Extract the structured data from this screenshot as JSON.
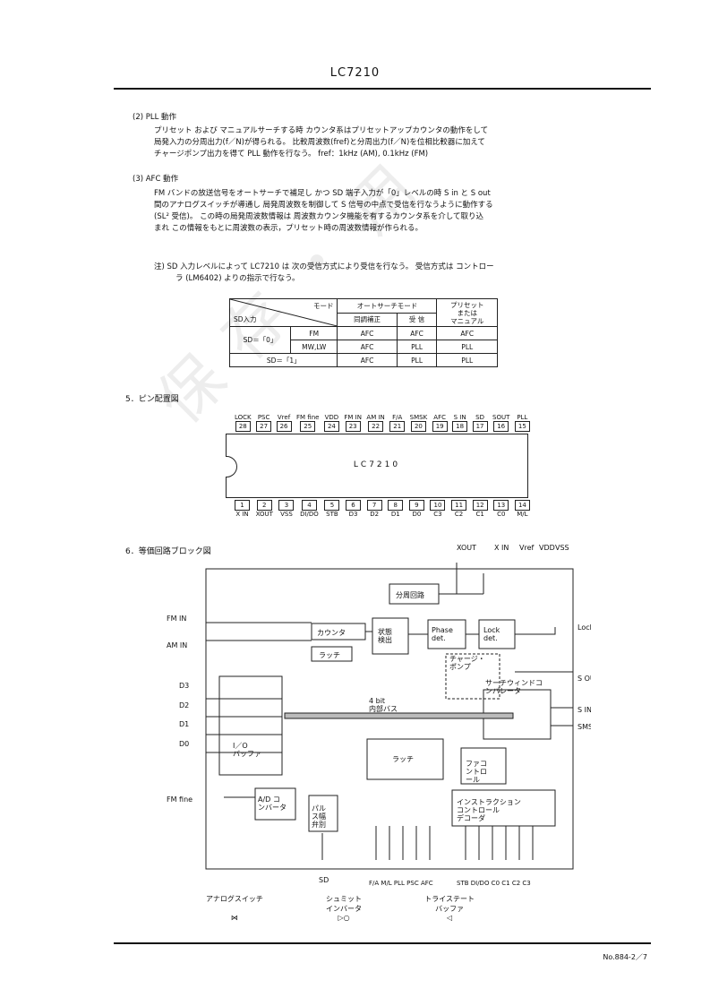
{
  "header": {
    "title": "LC7210"
  },
  "pll_section": {
    "heading": "(2) PLL 動作",
    "lines": [
      "プリセット および マニュアルサーチする時 カウンタ系はプリセットアップカウンタの動作をして",
      "局発入力の分周出力(f／N)が得られる。 比較周波数(fref)と分周出力(f／N)を位相比較器に加えて",
      "チャージポンプ出力を得て PLL 動作を行なう。  fref：1kHz (AM), 0.1kHz (FM)"
    ]
  },
  "afc_section": {
    "heading": "(3) AFC 動作",
    "lines": [
      "FM バンドの放送信号をオートサーチで補足し かつ SD 端子入力が「0」レベルの時 S in と S out",
      "間のアナログスイッチが導通し 局発周波数を制御して S 信号の中点で受信を行なうように動作する",
      "(SL² 受信)。 この時の局発周波数情報は 周波数カウンタ機能を有するカウンタ系を介して取り込",
      "まれ この情報をもとに周波数の表示，プリセット時の周波数情報が作られる。"
    ],
    "note_lines": [
      "注) SD 入力レベルによって LC7210 は 次の受信方式により受信を行なう。 受信方式は コントロー",
      "ラ (LM6402) よりの指示で行なう。"
    ]
  },
  "mode_table": {
    "corner_top": "モード",
    "corner_bottom": "SD入力",
    "col_auto": "オートサーチモード",
    "col_sync": "同調補正",
    "col_recv": "受 信",
    "col_preset": "プリセット\nまたは\nマニュアル",
    "rows": [
      {
        "sd": "SD＝「0」",
        "band": "FM",
        "sync": "AFC",
        "recv": "AFC",
        "preset": "AFC"
      },
      {
        "sd": "",
        "band": "MW,LW",
        "sync": "AFC",
        "recv": "PLL",
        "preset": "PLL"
      },
      {
        "sd": "SD＝「1」",
        "band": "",
        "sync": "AFC",
        "recv": "PLL",
        "preset": "PLL"
      }
    ]
  },
  "pin_section": {
    "heading": "5．ピン配置図",
    "chip_label": "LC7210",
    "top_pins": [
      {
        "n": "28",
        "l": "LOCK"
      },
      {
        "n": "27",
        "l": "PSC"
      },
      {
        "n": "26",
        "l": "Vref"
      },
      {
        "n": "25",
        "l": "FM fine"
      },
      {
        "n": "24",
        "l": "VDD"
      },
      {
        "n": "23",
        "l": "FM IN"
      },
      {
        "n": "22",
        "l": "AM IN"
      },
      {
        "n": "21",
        "l": "F/A"
      },
      {
        "n": "20",
        "l": "SMSK"
      },
      {
        "n": "19",
        "l": "AFC"
      },
      {
        "n": "18",
        "l": "S IN"
      },
      {
        "n": "17",
        "l": "SD"
      },
      {
        "n": "16",
        "l": "SOUT"
      },
      {
        "n": "15",
        "l": "PLL"
      }
    ],
    "bottom_pins": [
      {
        "n": "1",
        "l": "X IN"
      },
      {
        "n": "2",
        "l": "XOUT"
      },
      {
        "n": "3",
        "l": "VSS"
      },
      {
        "n": "4",
        "l": "DI/DO"
      },
      {
        "n": "5",
        "l": "STB"
      },
      {
        "n": "6",
        "l": "D3"
      },
      {
        "n": "7",
        "l": "D2"
      },
      {
        "n": "8",
        "l": "D1"
      },
      {
        "n": "9",
        "l": "D0"
      },
      {
        "n": "10",
        "l": "C3"
      },
      {
        "n": "11",
        "l": "C2"
      },
      {
        "n": "12",
        "l": "C1"
      },
      {
        "n": "13",
        "l": "C0"
      },
      {
        "n": "14",
        "l": "M/L"
      }
    ]
  },
  "block_section": {
    "heading": "6．等価回路ブロック図",
    "labels": {
      "divider": "分周回路",
      "counter": "カウンタ",
      "latch1": "ラッチ",
      "state": "状態\n検出",
      "phase": "Phase\ndet.",
      "lock": "Lock\ndet.",
      "charge": "チャージ・\nポンプ",
      "search_window": "サーチウィンドコ\nンパレータ",
      "bus": "4 bit\n内部バス",
      "io": "I／O\nバッファ",
      "latch2": "ラッチ",
      "control": "ファコ\nントロ\nール",
      "ad": "A/D コ\nンバータ",
      "pulse": "パル\nス幅\n弁別",
      "instr": "インストラクション\nコントロール\nデコーダ",
      "xout": "XOUT",
      "xin": "X IN",
      "vref": "Vref",
      "vdd": "VDD",
      "vss": "VSS",
      "fmin": "FM IN",
      "amin": "AM IN",
      "d3": "D3",
      "d2": "D2",
      "d1": "D1",
      "d0": "D0",
      "fmfine": "FM fine",
      "lock_pin": "Lock",
      "sout": "S OUT",
      "sin": "S IN",
      "smsk": "SMSK",
      "sd": "SD",
      "bottom_left": "F/A M/L PLL PSC AFC",
      "bottom_right": "STB DI/DO C0 C1 C2 C3"
    },
    "legend": [
      {
        "label": "アナログスイッチ"
      },
      {
        "label": "シュミット\nインバータ"
      },
      {
        "label": "トライステート\nバッファ"
      }
    ]
  },
  "watermark": {
    "text": "保存・用"
  },
  "footer": {
    "page": "No.884-2／7"
  }
}
